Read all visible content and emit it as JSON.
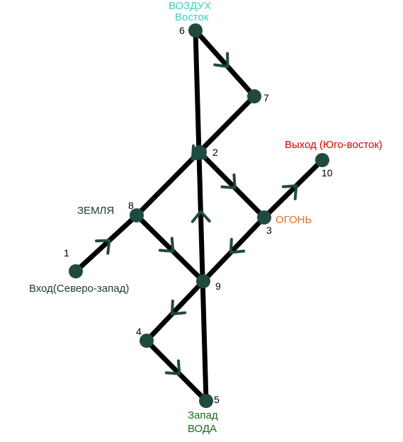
{
  "colors": {
    "edge": "#000000",
    "node": "#1f4a40",
    "arrow": "#1f4a40",
    "air": "#40d0c0",
    "fire": "#e07020",
    "water": "#1a6a1a",
    "earth": "#1e3a2e",
    "exit": "#e00000",
    "entry": "#1e3a2e"
  },
  "nodes": [
    {
      "id": "1",
      "label": "1"
    },
    {
      "id": "2",
      "label": "2"
    },
    {
      "id": "3",
      "label": "3"
    },
    {
      "id": "4",
      "label": "4"
    },
    {
      "id": "5",
      "label": "5"
    },
    {
      "id": "6",
      "label": "6"
    },
    {
      "id": "7",
      "label": "7"
    },
    {
      "id": "8",
      "label": "8"
    },
    {
      "id": "9",
      "label": "9"
    },
    {
      "id": "10",
      "label": "10"
    }
  ],
  "edges": [
    {
      "from": "1",
      "to": "8"
    },
    {
      "from": "8",
      "to": "9"
    },
    {
      "from": "9",
      "to": "4"
    },
    {
      "from": "4",
      "to": "5"
    },
    {
      "from": "5",
      "to": "6"
    },
    {
      "from": "6",
      "to": "7"
    },
    {
      "from": "7",
      "to": "8"
    },
    {
      "from": "2",
      "to": "3"
    },
    {
      "from": "3",
      "to": "9"
    },
    {
      "from": "3",
      "to": "10"
    }
  ],
  "labels": {
    "air_title": "ВОЗДУХ",
    "air_direction": "Восток",
    "exit": "Выход (Юго-восток)",
    "fire": "ОГОНЬ",
    "earth": "ЗЕМЛЯ",
    "entry": "Вход(Северо-запад)",
    "water_direction": "Запад",
    "water_title": "ВОДА"
  }
}
